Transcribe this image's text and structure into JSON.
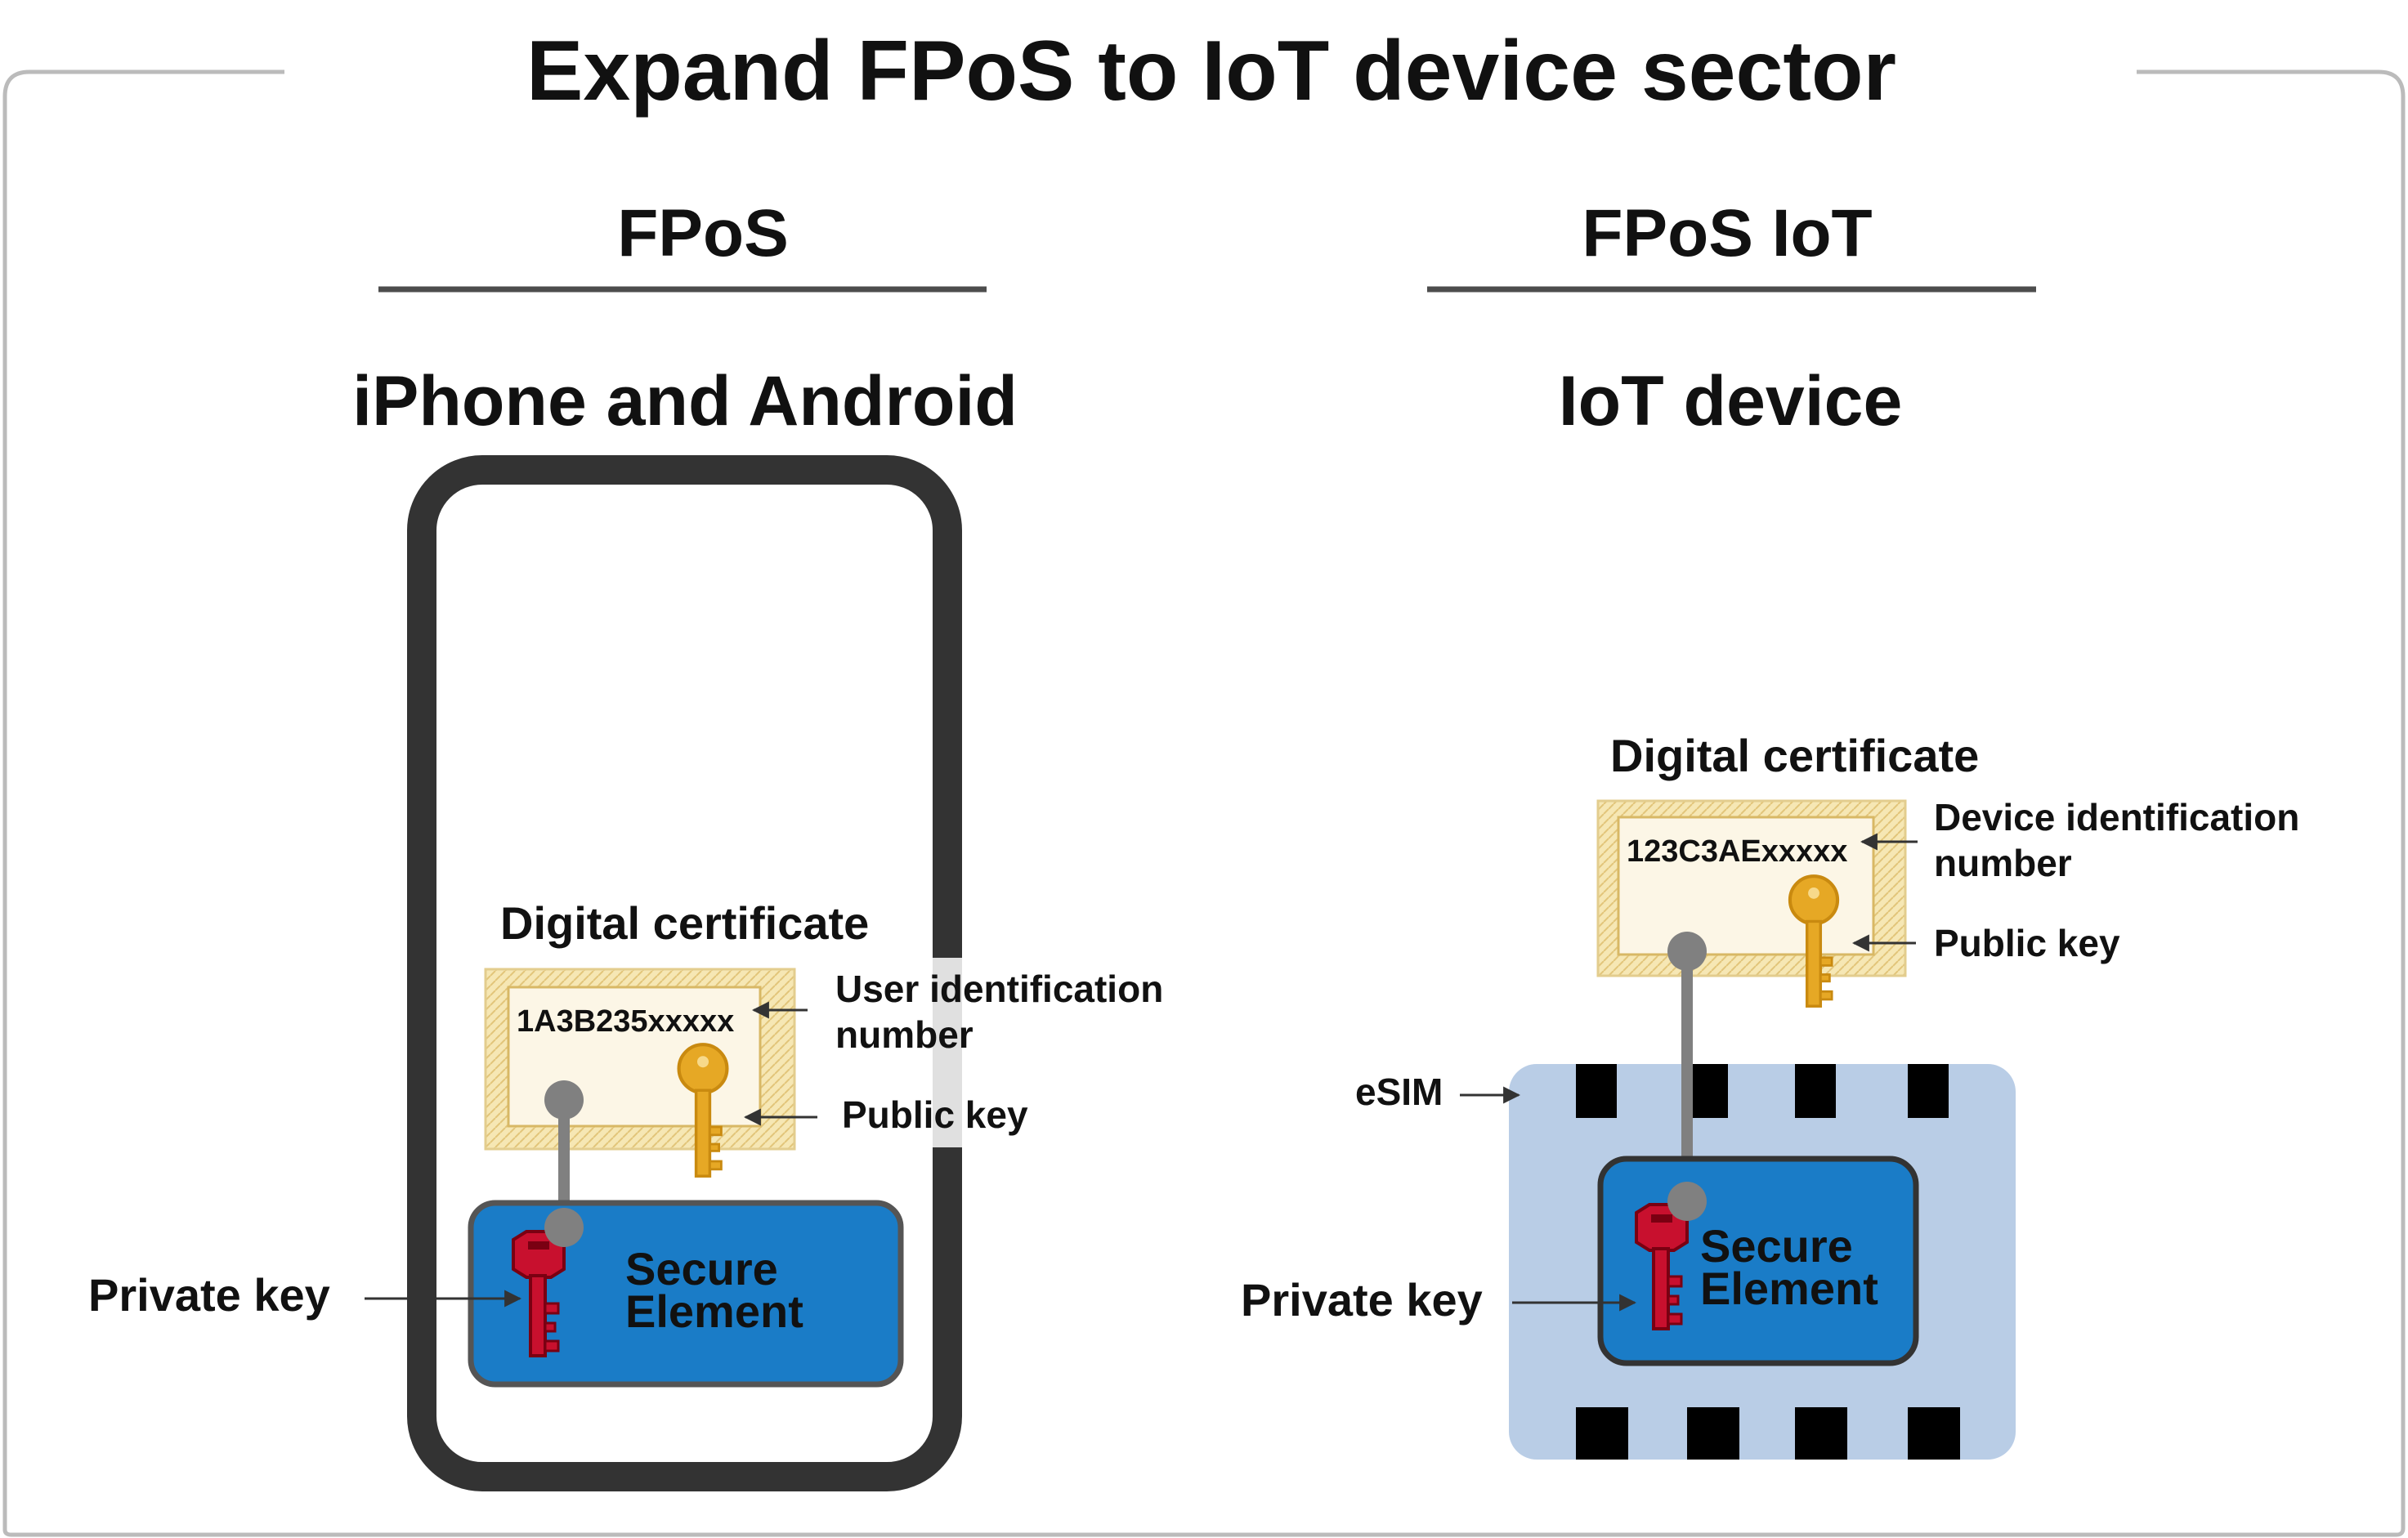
{
  "title": "Expand FPoS to IoT device sector",
  "left": {
    "heading": "FPoS",
    "subheading": "iPhone and Android",
    "certificate_title": "Digital certificate",
    "certificate_id": "1A3B235xxxxx",
    "id_label_line1": "User identification",
    "id_label_line2": "number",
    "public_key_label": "Public key",
    "secure_element_line1": "Secure",
    "secure_element_line2": "Element",
    "private_key_label": "Private key"
  },
  "right": {
    "heading": "FPoS IoT",
    "subheading": "IoT device",
    "certificate_title": "Digital certificate",
    "certificate_id": "123C3AExxxxx",
    "id_label_line1": "Device identification",
    "id_label_line2": "number",
    "public_key_label": "Public key",
    "esim_label": "eSIM",
    "secure_element_line1": "Secure",
    "secure_element_line2": "Element",
    "private_key_label": "Private key"
  },
  "colors": {
    "secure_element": "#1a7cc7",
    "esim_body": "#b9cde6",
    "private_key": "#c8102e",
    "public_key": "#e6a825",
    "connector": "#808080",
    "frame": "#bbbbbb",
    "phone_body": "#333333"
  }
}
